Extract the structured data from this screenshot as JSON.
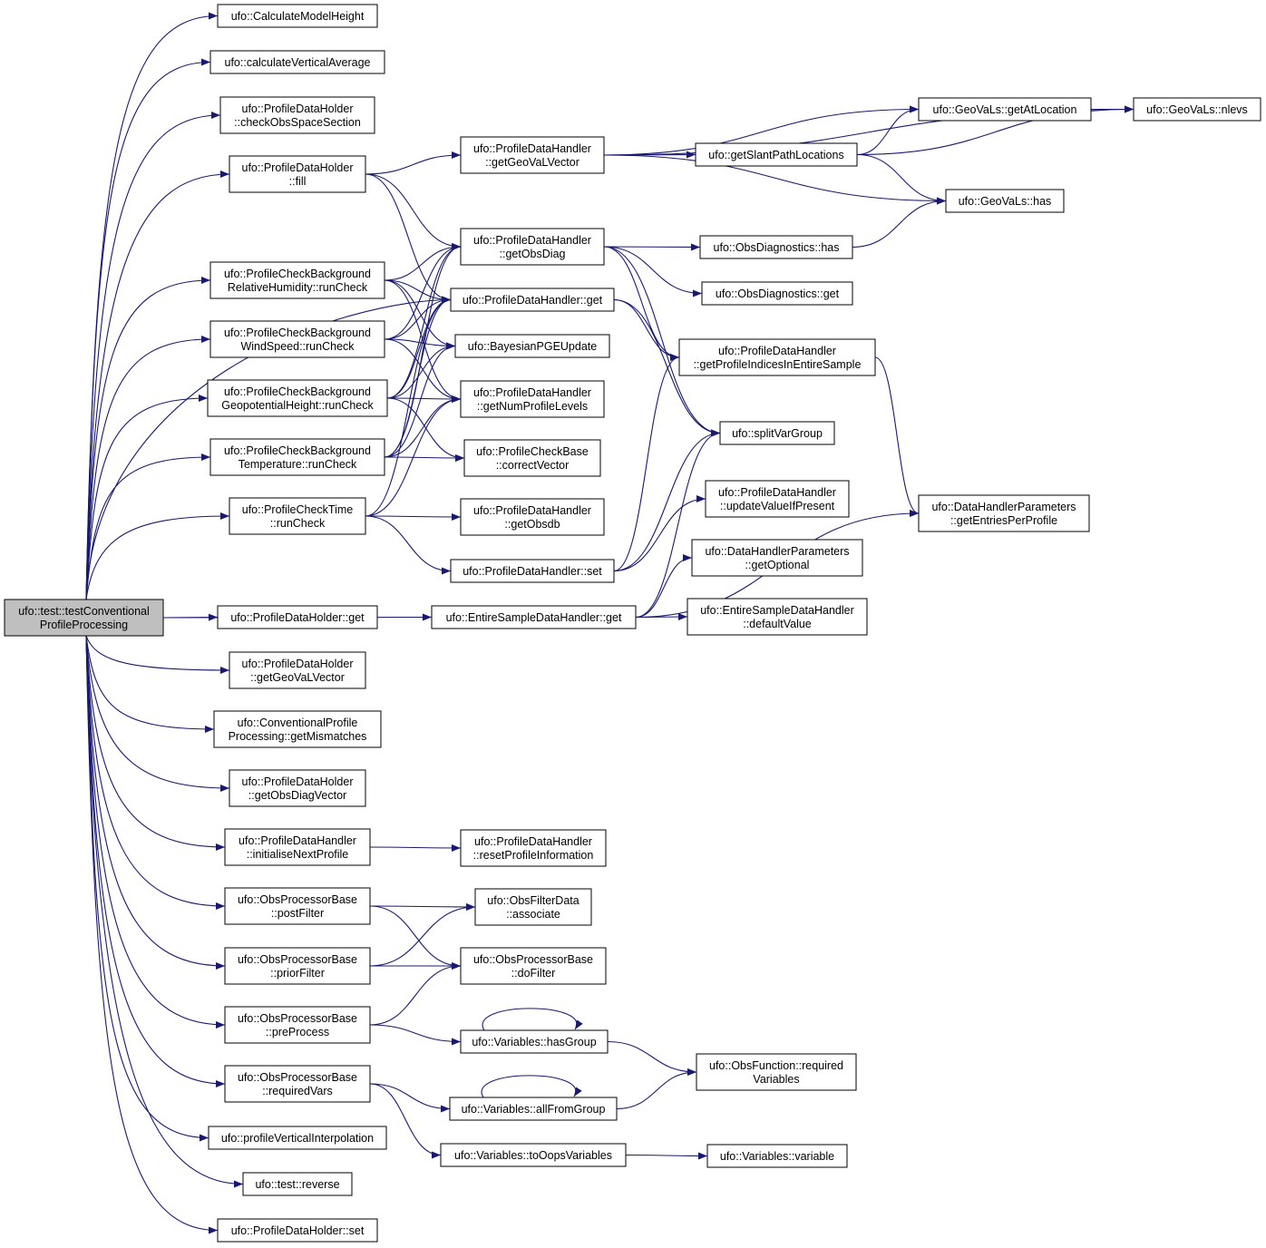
{
  "colors": {
    "edge": "#191970",
    "node_border": "#000000",
    "truncated_border": "#ff0000",
    "root_fill": "#bfbfbf",
    "node_fill": "#ffffff"
  },
  "nodes": [
    {
      "id": "root",
      "lines": [
        "ufo::test::testConventional",
        "ProfileProcessing"
      ],
      "style": "root"
    },
    {
      "id": "calcModelHeight",
      "lines": [
        "ufo::CalculateModelHeight"
      ]
    },
    {
      "id": "calcVertAvg",
      "lines": [
        "ufo::calculateVerticalAverage"
      ]
    },
    {
      "id": "checkObsSpace",
      "lines": [
        "ufo::ProfileDataHolder",
        "::checkObsSpaceSection"
      ]
    },
    {
      "id": "pdhFill",
      "lines": [
        "ufo::ProfileDataHolder",
        "::fill"
      ]
    },
    {
      "id": "pcbRH",
      "lines": [
        "ufo::ProfileCheckBackground",
        "RelativeHumidity::runCheck"
      ]
    },
    {
      "id": "pcbWS",
      "lines": [
        "ufo::ProfileCheckBackground",
        "WindSpeed::runCheck"
      ]
    },
    {
      "id": "pcbGH",
      "lines": [
        "ufo::ProfileCheckBackground",
        "GeopotentialHeight::runCheck"
      ]
    },
    {
      "id": "pcbT",
      "lines": [
        "ufo::ProfileCheckBackground",
        "Temperature::runCheck"
      ]
    },
    {
      "id": "pctRun",
      "lines": [
        "ufo::ProfileCheckTime",
        "::runCheck"
      ]
    },
    {
      "id": "pdholdGet",
      "lines": [
        "ufo::ProfileDataHolder::get"
      ]
    },
    {
      "id": "pdholdGeoVal",
      "lines": [
        "ufo::ProfileDataHolder",
        "::getGeoVaLVector"
      ]
    },
    {
      "id": "cppMismatch",
      "lines": [
        "ufo::ConventionalProfile",
        "Processing::getMismatches"
      ]
    },
    {
      "id": "pdholdObsDiag",
      "lines": [
        "ufo::ProfileDataHolder",
        "::getObsDiagVector"
      ]
    },
    {
      "id": "pdhInitNext",
      "lines": [
        "ufo::ProfileDataHandler",
        "::initialiseNextProfile"
      ]
    },
    {
      "id": "opbPost",
      "lines": [
        "ufo::ObsProcessorBase",
        "::postFilter"
      ]
    },
    {
      "id": "opbPrior",
      "lines": [
        "ufo::ObsProcessorBase",
        "::priorFilter"
      ]
    },
    {
      "id": "opbPre",
      "lines": [
        "ufo::ObsProcessorBase",
        "::preProcess"
      ]
    },
    {
      "id": "opbReq",
      "lines": [
        "ufo::ObsProcessorBase",
        "::requiredVars"
      ]
    },
    {
      "id": "profVertInterp",
      "lines": [
        "ufo::profileVerticalInterpolation"
      ]
    },
    {
      "id": "testReverse",
      "lines": [
        "ufo::test::reverse"
      ]
    },
    {
      "id": "pdholdSet",
      "lines": [
        "ufo::ProfileDataHolder::set"
      ]
    },
    {
      "id": "pdhGetGeoVal",
      "lines": [
        "ufo::ProfileDataHandler",
        "::getGeoVaLVector"
      ]
    },
    {
      "id": "pdhGetObsDiag",
      "lines": [
        "ufo::ProfileDataHandler",
        "::getObsDiag"
      ]
    },
    {
      "id": "pdhGet",
      "lines": [
        "ufo::ProfileDataHandler::get"
      ]
    },
    {
      "id": "bayes",
      "lines": [
        "ufo::BayesianPGEUpdate"
      ]
    },
    {
      "id": "pdhNumLev",
      "lines": [
        "ufo::ProfileDataHandler",
        "::getNumProfileLevels"
      ]
    },
    {
      "id": "pcbCorrect",
      "lines": [
        "ufo::ProfileCheckBase",
        "::correctVector"
      ]
    },
    {
      "id": "pdhObsdb",
      "lines": [
        "ufo::ProfileDataHandler",
        "::getObsdb"
      ]
    },
    {
      "id": "pdhSet",
      "lines": [
        "ufo::ProfileDataHandler::set"
      ]
    },
    {
      "id": "esdhGet",
      "lines": [
        "ufo::EntireSampleDataHandler::get"
      ]
    },
    {
      "id": "resetProfInfo",
      "lines": [
        "ufo::ProfileDataHandler",
        "::resetProfileInformation"
      ]
    },
    {
      "id": "ofdAssociate",
      "lines": [
        "ufo::ObsFilterData",
        "::associate"
      ]
    },
    {
      "id": "opbDoFilter",
      "lines": [
        "ufo::ObsProcessorBase",
        "::doFilter"
      ]
    },
    {
      "id": "varsHasGroup",
      "lines": [
        "ufo::Variables::hasGroup"
      ]
    },
    {
      "id": "varsAllFromGroup",
      "lines": [
        "ufo::Variables::allFromGroup"
      ]
    },
    {
      "id": "varsToOops",
      "lines": [
        "ufo::Variables::toOopsVariables"
      ]
    },
    {
      "id": "getSlant",
      "lines": [
        "ufo::getSlantPathLocations"
      ]
    },
    {
      "id": "odHas",
      "lines": [
        "ufo::ObsDiagnostics::has"
      ]
    },
    {
      "id": "odGet",
      "lines": [
        "ufo::ObsDiagnostics::get"
      ],
      "style": "truncated"
    },
    {
      "id": "pdhProfIdx",
      "lines": [
        "ufo::ProfileDataHandler",
        "::getProfileIndicesInEntireSample"
      ]
    },
    {
      "id": "splitVar",
      "lines": [
        "ufo::splitVarGroup"
      ]
    },
    {
      "id": "pdhUpdate",
      "lines": [
        "ufo::ProfileDataHandler",
        "::updateValueIfPresent"
      ]
    },
    {
      "id": "dhpGetOpt",
      "lines": [
        "ufo::DataHandlerParameters",
        "::getOptional"
      ]
    },
    {
      "id": "esdhDefault",
      "lines": [
        "ufo::EntireSampleDataHandler",
        "::defaultValue"
      ]
    },
    {
      "id": "ofReqVars",
      "lines": [
        "ufo::ObsFunction::required",
        "Variables"
      ]
    },
    {
      "id": "varsVariable",
      "lines": [
        "ufo::Variables::variable"
      ],
      "style": "truncated"
    },
    {
      "id": "gvGetAtLoc",
      "lines": [
        "ufo::GeoVaLs::getAtLocation"
      ],
      "style": "truncated"
    },
    {
      "id": "gvHas",
      "lines": [
        "ufo::GeoVaLs::has"
      ]
    },
    {
      "id": "dhpEntries",
      "lines": [
        "ufo::DataHandlerParameters",
        "::getEntriesPerProfile"
      ],
      "style": "truncated"
    },
    {
      "id": "gvNlevs",
      "lines": [
        "ufo::GeoVaLs::nlevs"
      ],
      "style": "truncated"
    }
  ],
  "edges": [
    [
      "root",
      "calcModelHeight"
    ],
    [
      "root",
      "calcVertAvg"
    ],
    [
      "root",
      "checkObsSpace"
    ],
    [
      "root",
      "pdhFill"
    ],
    [
      "root",
      "pcbRH"
    ],
    [
      "root",
      "pcbWS"
    ],
    [
      "root",
      "pcbGH"
    ],
    [
      "root",
      "pcbT"
    ],
    [
      "root",
      "pctRun"
    ],
    [
      "root",
      "pdholdGet"
    ],
    [
      "root",
      "pdholdGeoVal"
    ],
    [
      "root",
      "cppMismatch"
    ],
    [
      "root",
      "pdholdObsDiag"
    ],
    [
      "root",
      "pdhInitNext"
    ],
    [
      "root",
      "opbPost"
    ],
    [
      "root",
      "opbPrior"
    ],
    [
      "root",
      "opbPre"
    ],
    [
      "root",
      "opbReq"
    ],
    [
      "root",
      "profVertInterp"
    ],
    [
      "root",
      "testReverse"
    ],
    [
      "root",
      "pdholdSet"
    ],
    [
      "root",
      "esdhGet"
    ],
    [
      "root",
      "pdhGet"
    ],
    [
      "pdhFill",
      "pdhGetGeoVal"
    ],
    [
      "pdhFill",
      "pdhGetObsDiag"
    ],
    [
      "pdhFill",
      "pdhGet"
    ],
    [
      "pcbRH",
      "pdhGetObsDiag"
    ],
    [
      "pcbRH",
      "pdhGet"
    ],
    [
      "pcbRH",
      "bayes"
    ],
    [
      "pcbRH",
      "pdhNumLev"
    ],
    [
      "pcbWS",
      "pdhGetObsDiag"
    ],
    [
      "pcbWS",
      "pdhGet"
    ],
    [
      "pcbWS",
      "bayes"
    ],
    [
      "pcbWS",
      "pdhNumLev"
    ],
    [
      "pcbGH",
      "pdhGetObsDiag"
    ],
    [
      "pcbGH",
      "pdhGet"
    ],
    [
      "pcbGH",
      "bayes"
    ],
    [
      "pcbGH",
      "pdhNumLev"
    ],
    [
      "pcbGH",
      "pcbCorrect"
    ],
    [
      "pcbT",
      "pdhGetObsDiag"
    ],
    [
      "pcbT",
      "pdhGet"
    ],
    [
      "pcbT",
      "bayes"
    ],
    [
      "pcbT",
      "pdhNumLev"
    ],
    [
      "pcbT",
      "pcbCorrect"
    ],
    [
      "pctRun",
      "pdhGet"
    ],
    [
      "pctRun",
      "pdhNumLev"
    ],
    [
      "pctRun",
      "pdhObsdb"
    ],
    [
      "pctRun",
      "pdhSet"
    ],
    [
      "pdhGetGeoVal",
      "gvGetAtLoc"
    ],
    [
      "pdhGetGeoVal",
      "gvNlevs"
    ],
    [
      "pdhGetGeoVal",
      "getSlant"
    ],
    [
      "pdhGetGeoVal",
      "gvHas"
    ],
    [
      "getSlant",
      "gvGetAtLoc"
    ],
    [
      "getSlant",
      "gvNlevs"
    ],
    [
      "getSlant",
      "gvHas"
    ],
    [
      "gvGetAtLoc",
      "gvNlevs"
    ],
    [
      "pdhGetObsDiag",
      "odHas"
    ],
    [
      "pdhGetObsDiag",
      "odGet"
    ],
    [
      "pdhGetObsDiag",
      "pdhProfIdx"
    ],
    [
      "pdhGetObsDiag",
      "splitVar"
    ],
    [
      "odHas",
      "gvHas"
    ],
    [
      "pdhGet",
      "pdhProfIdx"
    ],
    [
      "pdhGet",
      "splitVar"
    ],
    [
      "pdhProfIdx",
      "dhpEntries"
    ],
    [
      "pdhSet",
      "splitVar"
    ],
    [
      "pdhSet",
      "pdhUpdate"
    ],
    [
      "pdhSet",
      "pdhProfIdx"
    ],
    [
      "esdhGet",
      "dhpGetOpt"
    ],
    [
      "esdhGet",
      "esdhDefault"
    ],
    [
      "esdhGet",
      "dhpEntries"
    ],
    [
      "esdhGet",
      "splitVar"
    ],
    [
      "pdhInitNext",
      "resetProfInfo"
    ],
    [
      "opbPost",
      "ofdAssociate"
    ],
    [
      "opbPost",
      "opbDoFilter"
    ],
    [
      "opbPrior",
      "ofdAssociate"
    ],
    [
      "opbPrior",
      "opbDoFilter"
    ],
    [
      "opbPre",
      "opbDoFilter"
    ],
    [
      "opbPre",
      "varsHasGroup"
    ],
    [
      "opbReq",
      "varsAllFromGroup"
    ],
    [
      "opbReq",
      "varsToOops"
    ],
    [
      "varsHasGroup",
      "varsHasGroup"
    ],
    [
      "varsHasGroup",
      "ofReqVars"
    ],
    [
      "varsAllFromGroup",
      "varsAllFromGroup"
    ],
    [
      "varsAllFromGroup",
      "ofReqVars"
    ],
    [
      "varsToOops",
      "varsVariable"
    ]
  ]
}
